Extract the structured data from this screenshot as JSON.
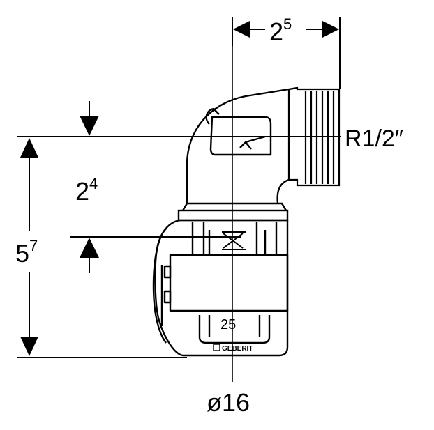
{
  "colors": {
    "line": "#000000",
    "background": "#ffffff"
  },
  "dimensions": {
    "top_width": {
      "base": "2",
      "sup": "5"
    },
    "upper_height": {
      "base": "2",
      "sup": "4"
    },
    "total_height": {
      "base": "5",
      "sup": "7"
    }
  },
  "labels": {
    "thread": "R1/2″",
    "pipe_diameter": "ø16",
    "size_marking": "25",
    "brand": "GEBERIT"
  }
}
